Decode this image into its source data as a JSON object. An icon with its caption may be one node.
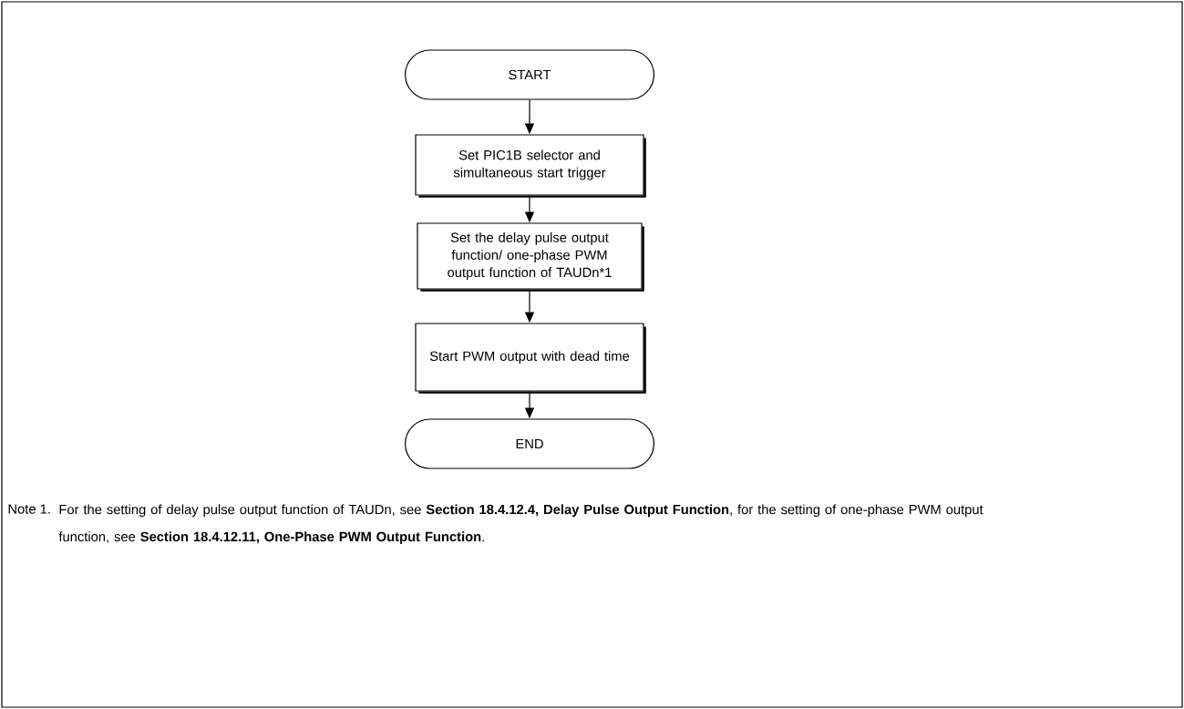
{
  "diagram": {
    "nodes": [
      {
        "text": [
          "START"
        ]
      },
      {
        "text": [
          "Set PIC1B selector and simultaneous start trigger"
        ]
      },
      {
        "text": [
          "Set the delay pulse output function/ one-phase PWM output function of TAUDn*1"
        ]
      },
      {
        "text": [
          "Start PWM output with dead time"
        ]
      },
      {
        "text": [
          "END"
        ]
      }
    ],
    "edges": [
      {
        "from": 0,
        "to": 1,
        "arrow": "to"
      },
      {
        "from": 1,
        "to": 2,
        "arrow": "to"
      },
      {
        "from": 2,
        "to": 3,
        "arrow": "to"
      },
      {
        "from": 3,
        "to": 4,
        "arrow": "to"
      }
    ],
    "labels": [
      "Note 1.",
      "For the setting of delay pulse output function of TAUDn, see **Section 18.4.12.4, Delay Pulse Output Function**, for the setting of one-phase PWM output function, see **Section 18.4.12.11, One-Phase PWM Output Function**."
    ]
  }
}
